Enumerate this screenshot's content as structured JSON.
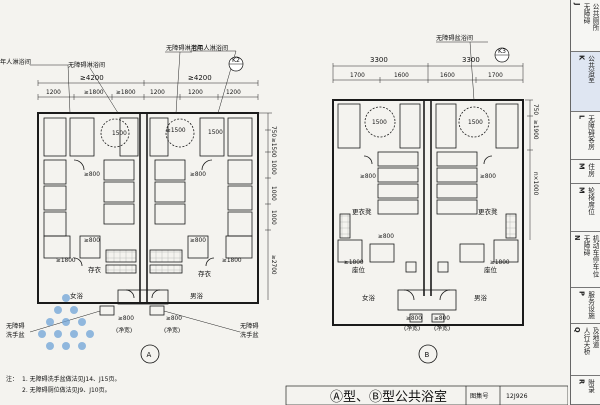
{
  "plan_a": {
    "labels": {
      "accessible_shower_left_partial": "年人淋浴间",
      "accessible_shower_top": "无障碍淋浴间",
      "accessible_shower_mid": "无障碍淋浴间",
      "elderly_shower_right": "老年人淋浴间",
      "k2": "K2",
      "clear_width": "(净宽)",
      "locker_left": "存衣",
      "locker_right": "存衣",
      "women_bath": "女浴",
      "men_bath": "男浴",
      "basin_left_1": "无障碍",
      "basin_left_2": "洗手盆",
      "basin_right_1": "无障碍",
      "basin_right_2": "洗手盆",
      "plan_mark": "A"
    },
    "dims": {
      "top_4200_left": "≥4200",
      "top_4200_right": "≥4200",
      "d1200a": "1200",
      "d1800a": "≥1800",
      "d1800b": "≥1800",
      "d1200b": "1200",
      "d1200c": "1200",
      "d1200d": "1200",
      "r750": "750",
      "r1500": "≥1500",
      "r1000a": "1000",
      "r1000b": "1000",
      "r1000c": "1000",
      "r2700": "≥2700",
      "c1500a": "1500",
      "c1500b": "≥1500",
      "c1500c": "1500",
      "c800a": "≥800",
      "c800b": "≥800",
      "c800c": "≥800",
      "c800d": "≥800",
      "c1800a": "≥1800",
      "c1800b": "≥1800",
      "c800e": "≥800",
      "c800f": "≥800"
    }
  },
  "plan_b": {
    "labels": {
      "accessible_basin": "无障碍盆浴间",
      "k3": "K3",
      "changing_bench_left": "更衣凳",
      "changing_bench_right": "更衣凳",
      "seat_left": "座位",
      "seat_right": "座位",
      "women_bath": "女浴",
      "men_bath": "男浴",
      "clear_width": "(净宽)",
      "plan_mark": "B"
    },
    "dims": {
      "top_3300_left": "3300",
      "top_3300_right": "3300",
      "d1700a": "1700",
      "d1600a": "1600",
      "d1600b": "1600",
      "d1700b": "1700",
      "r750": "750",
      "r1900": "≥1900",
      "r_n1000": "n×1000",
      "c1500a": "1500",
      "c1500b": "1500",
      "c800a": "≥800",
      "c800b": "≥800",
      "c800c": "≥800",
      "c1800a": "≥1800",
      "c1800b": "≥1800",
      "c800d": "≥800",
      "c800e": "≥800"
    }
  },
  "notes": {
    "note_label": "注：",
    "note1": "1. 无障碍洗手盆做法见J14、J15页。",
    "note2": "2. 无障碍厕位做法见J9、J10页。"
  },
  "title_block": {
    "title": "Ⓐ型、Ⓑ型公共浴室",
    "atlas_label": "图集号",
    "atlas_no": "12J926"
  },
  "tabs": [
    {
      "letter": "J",
      "text": [
        "无障碍",
        "公共厕所"
      ]
    },
    {
      "letter": "K",
      "text": [
        "公共浴室"
      ]
    },
    {
      "letter": "L",
      "text": [
        "无障碍客房"
      ]
    },
    {
      "letter": "M",
      "text": [
        "住房"
      ]
    },
    {
      "letter": "M",
      "text": [
        "轮椅席位"
      ]
    },
    {
      "letter": "N",
      "text": [
        "无障碍",
        "机动车停车位"
      ]
    },
    {
      "letter": "P",
      "text": [
        "服务设施"
      ]
    },
    {
      "letter": "Q",
      "text": [
        "人行天桥",
        "及地道"
      ]
    },
    {
      "letter": "R",
      "text": [
        "附录"
      ]
    }
  ],
  "colors": {
    "line": "#1a1a1a",
    "logo_blue": "#6fa4d8",
    "active_tab": "#dfe6f2"
  }
}
